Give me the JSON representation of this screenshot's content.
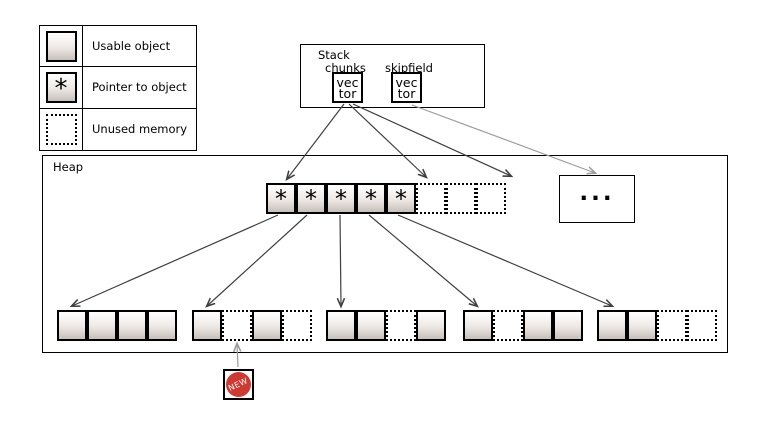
{
  "legend": {
    "items": [
      {
        "swatch": "object",
        "label": "Usable object"
      },
      {
        "swatch": "pointer",
        "label": "Pointer to object"
      },
      {
        "swatch": "unused",
        "label": "Unused memory"
      }
    ]
  },
  "glyphs": {
    "pointer": "*"
  },
  "stack": {
    "title": "Stack",
    "columns": [
      {
        "label": "chunks",
        "box_lines": [
          "vec",
          "tor"
        ]
      },
      {
        "label": "skipfield",
        "box_lines": [
          "vec",
          "tor"
        ]
      }
    ]
  },
  "heap": {
    "label": "Heap",
    "pointer_row": {
      "cells": [
        "pointer",
        "pointer",
        "pointer",
        "pointer",
        "pointer",
        "unused",
        "unused",
        "unused"
      ]
    },
    "ellipsis_label": "...",
    "groups": [
      {
        "cells": [
          "object",
          "object",
          "object",
          "object"
        ]
      },
      {
        "cells": [
          "object",
          "unused",
          "object",
          "unused"
        ]
      },
      {
        "cells": [
          "object",
          "object",
          "unused",
          "object"
        ]
      },
      {
        "cells": [
          "object",
          "unused",
          "object",
          "object"
        ]
      },
      {
        "cells": [
          "object",
          "object",
          "unused",
          "unused"
        ]
      }
    ]
  },
  "badge": {
    "label": "NEW",
    "color": "#ce3a31"
  },
  "colors": {
    "arrow_dark": "#3f3f3f",
    "arrow_light": "#9c9c9c"
  },
  "arrows": [
    {
      "from": [
        344,
        104
      ],
      "to": [
        287,
        179
      ],
      "tone": "dark"
    },
    {
      "from": [
        349,
        104
      ],
      "to": [
        426,
        177
      ],
      "tone": "dark"
    },
    {
      "from": [
        353,
        104
      ],
      "to": [
        511,
        176
      ],
      "tone": "dark"
    },
    {
      "from": [
        412,
        105
      ],
      "to": [
        595,
        173
      ],
      "tone": "light"
    },
    {
      "from": [
        278,
        215
      ],
      "to": [
        72,
        306
      ],
      "tone": "dark"
    },
    {
      "from": [
        307,
        215
      ],
      "to": [
        207,
        306
      ],
      "tone": "dark"
    },
    {
      "from": [
        340,
        215
      ],
      "to": [
        341,
        306
      ],
      "tone": "dark"
    },
    {
      "from": [
        369,
        215
      ],
      "to": [
        477,
        306
      ],
      "tone": "dark"
    },
    {
      "from": [
        398,
        215
      ],
      "to": [
        612,
        306
      ],
      "tone": "dark"
    },
    {
      "from": [
        238,
        367
      ],
      "to": [
        237,
        344
      ],
      "tone": "light"
    }
  ]
}
